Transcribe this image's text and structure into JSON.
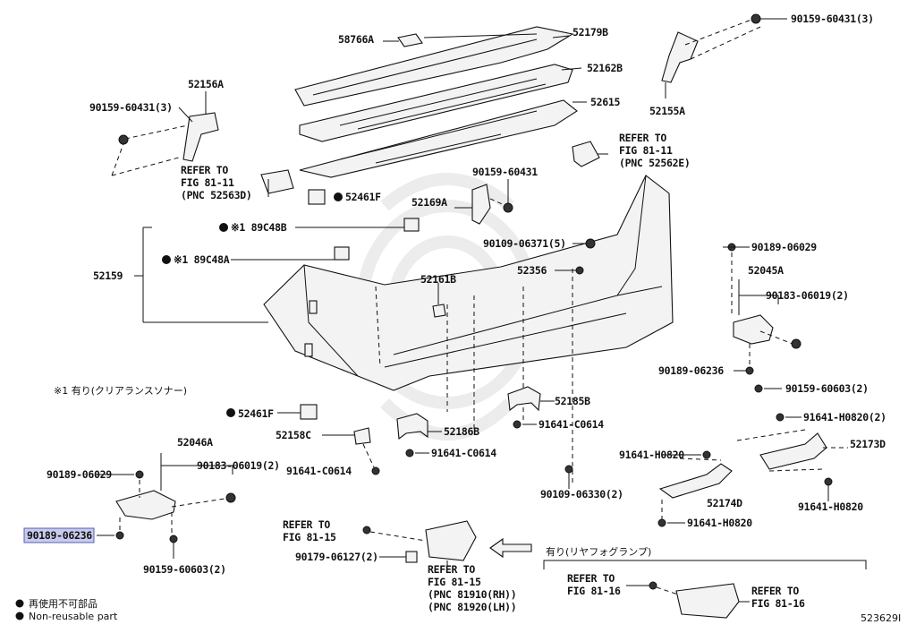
{
  "labels": {
    "p58766A": "58766A",
    "p52179B": "52179B",
    "p52162B": "52162B",
    "p52615": "52615",
    "p52156A": "52156A",
    "p90159_60431_3_left": "90159-60431(3)",
    "refer_52563D_1": "REFER TO",
    "refer_52563D_2": "FIG 81-11",
    "refer_52563D_3": "(PNC 52563D)",
    "p52461F_top": "52461F",
    "p90159_60431_3_right": "90159-60431(3)",
    "p52155A": "52155A",
    "refer_52562E_1": "REFER TO",
    "refer_52562E_2": "FIG 81-11",
    "refer_52562E_3": "(PNC 52562E)",
    "p90159_60431": "90159-60431",
    "p52169A": "52169A",
    "p89C48B": "※1 89C48B",
    "p89C48A": "※1 89C48A",
    "p52159": "52159",
    "p90109_06371": "90109-06371(5)",
    "p52356": "52356",
    "p52161B": "52161B",
    "p90189_06029_right": "90189-06029",
    "p52045A": "52045A",
    "p90183_06019_right": "90183-06019(2)",
    "p90189_06236_right": "90189-06236",
    "p90159_60603_right": "90159-60603(2)",
    "note_sonar": "※1 有り(クリアランスソナー)",
    "p52185B": "52185B",
    "p91641_C0614_a": "91641-C0614",
    "p52461F_bottom": "52461F",
    "p52158C": "52158C",
    "p52186B": "52186B",
    "p91641_C0614_b": "91641-C0614",
    "p91641_C0614_c": "91641-C0614",
    "p91641_H0820_top": "91641-H0820(2)",
    "p52173D": "52173D",
    "p91641_H0820_mid": "91641-H0820",
    "p52174D": "52174D",
    "p91641_H0820_right": "91641-H0820",
    "p91641_H0820_bottom": "91641-H0820",
    "p90109_06330": "90109-06330(2)",
    "p52046A": "52046A",
    "p90189_06029_left": "90189-06029",
    "p90183_06019_left": "90183-06019(2)",
    "p90189_06236_left": "90189-06236",
    "p90159_60603_left": "90159-60603(2)",
    "refer_815_1": "REFER TO",
    "refer_815_2": "FIG 81-15",
    "p90179_06127": "90179-06127(2)",
    "refer_fog_1": "REFER TO",
    "refer_fog_2": "FIG 81-15",
    "refer_fog_3": "(PNC 81910(RH))",
    "refer_fog_4": "(PNC 81920(LH))",
    "note_fog": "有り(リヤフォグランプ)",
    "refer_816a_1": "REFER TO",
    "refer_816a_2": "FIG 81-16",
    "refer_816b_1": "REFER TO",
    "refer_816b_2": "FIG 81-16",
    "legend_jp": "再使用不可部品",
    "legend_en": "Non-reusable part",
    "diagram_id": "523629I"
  },
  "colors": {
    "line": "#111111",
    "highlight": "#c8cbee",
    "part_fill": "#f3f3f3"
  },
  "highlighted_part": "90189-06236"
}
